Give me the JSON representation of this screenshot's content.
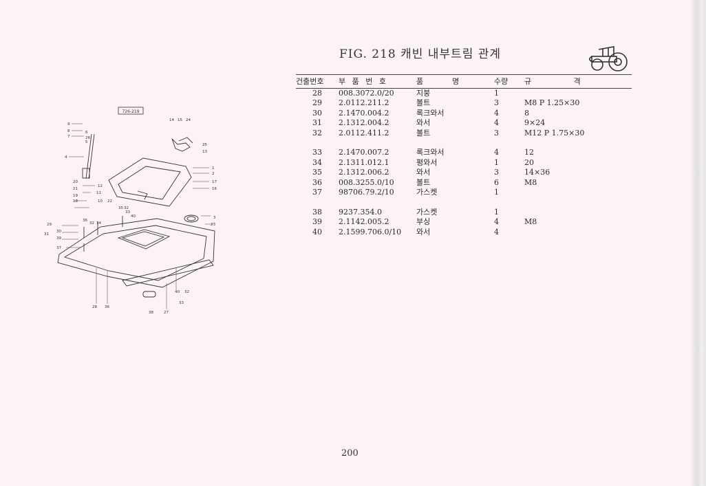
{
  "figure": {
    "title": "FIG. 218 캐빈 내부트림 관계"
  },
  "table": {
    "headers": [
      "건출번호",
      "부 품 번 호",
      "품      명",
      "수량",
      "규         격"
    ],
    "rows": [
      {
        "no": "28",
        "part": "008.3072.0/20",
        "name": "지붕",
        "qty": "1",
        "spec": ""
      },
      {
        "no": "29",
        "part": "2.0112.211.2",
        "name": "볼트",
        "qty": "3",
        "spec": "M8 P 1.25×30"
      },
      {
        "no": "30",
        "part": "2.1470.004.2",
        "name": "록크와서",
        "qty": "4",
        "spec": "8"
      },
      {
        "no": "31",
        "part": "2.1312.004.2",
        "name": "와서",
        "qty": "4",
        "spec": "9×24"
      },
      {
        "no": "32",
        "part": "2.0112.411.2",
        "name": "볼트",
        "qty": "3",
        "spec": "M12 P 1.75×30"
      },
      {
        "no": "33",
        "part": "2.1470.007.2",
        "name": "록크와서",
        "qty": "4",
        "spec": "12"
      },
      {
        "no": "34",
        "part": "2.1311.012.1",
        "name": "평와서",
        "qty": "1",
        "spec": "20"
      },
      {
        "no": "35",
        "part": "2.1312.006.2",
        "name": "와서",
        "qty": "3",
        "spec": "14×36"
      },
      {
        "no": "36",
        "part": "008.3255.0/10",
        "name": "볼트",
        "qty": "6",
        "spec": "M8"
      },
      {
        "no": "37",
        "part": "98706.79.2/10",
        "name": "가스켓",
        "qty": "1",
        "spec": ""
      },
      {
        "no": "38",
        "part": "9237.354.0",
        "name": "가스켓",
        "qty": "1",
        "spec": ""
      },
      {
        "no": "39",
        "part": "2.1142.005.2",
        "name": "부싱",
        "qty": "4",
        "spec": "M8"
      },
      {
        "no": "40",
        "part": "2.1599.706.0/10",
        "name": "와서",
        "qty": "4",
        "spec": ""
      }
    ]
  },
  "diagram": {
    "ref_code": "726-219",
    "callouts": [
      "9",
      "8",
      "7",
      "6",
      "26",
      "5",
      "4",
      "12",
      "11",
      "10",
      "22",
      "20",
      "21",
      "19",
      "18",
      "14",
      "15",
      "24",
      "25",
      "13",
      "1",
      "2",
      "17",
      "16",
      "35",
      "32",
      "33",
      "40",
      "36",
      "32",
      "34",
      "3",
      "23",
      "29",
      "30",
      "31",
      "39",
      "37",
      "28",
      "36",
      "40",
      "32",
      "33",
      "38",
      "27"
    ]
  },
  "page": {
    "number": "200"
  }
}
